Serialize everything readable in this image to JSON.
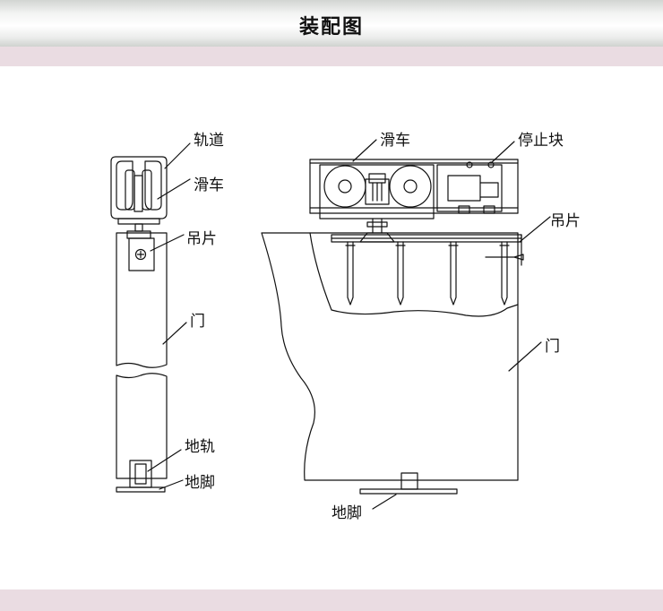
{
  "header": {
    "title": "装配图"
  },
  "left_view": {
    "labels": {
      "track": "轨道",
      "pulley": "滑车",
      "hanger": "吊片",
      "door": "门",
      "floor_rail": "地轨",
      "floor_foot": "地脚"
    }
  },
  "right_view": {
    "labels": {
      "pulley": "滑车",
      "stop_block": "停止块",
      "hanger": "吊片",
      "door": "门",
      "floor_foot": "地脚"
    }
  }
}
